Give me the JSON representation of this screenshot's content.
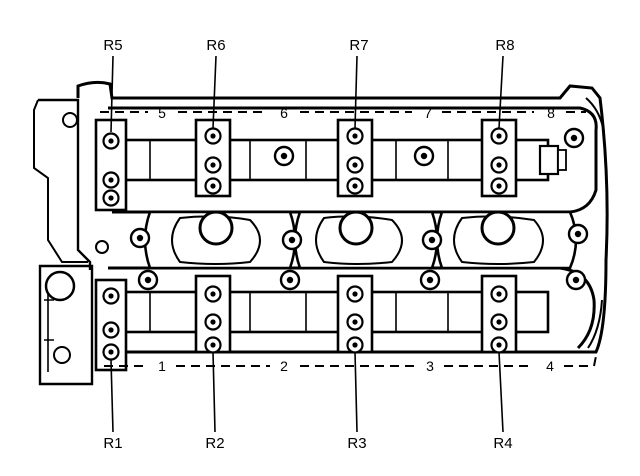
{
  "callouts": {
    "top": [
      "R5",
      "R6",
      "R7",
      "R8"
    ],
    "bottom": [
      "R1",
      "R2",
      "R3",
      "R4"
    ]
  },
  "sequence": {
    "top": [
      "5",
      "6",
      "7",
      "8"
    ],
    "bottom": [
      "1",
      "2",
      "3",
      "4"
    ]
  }
}
